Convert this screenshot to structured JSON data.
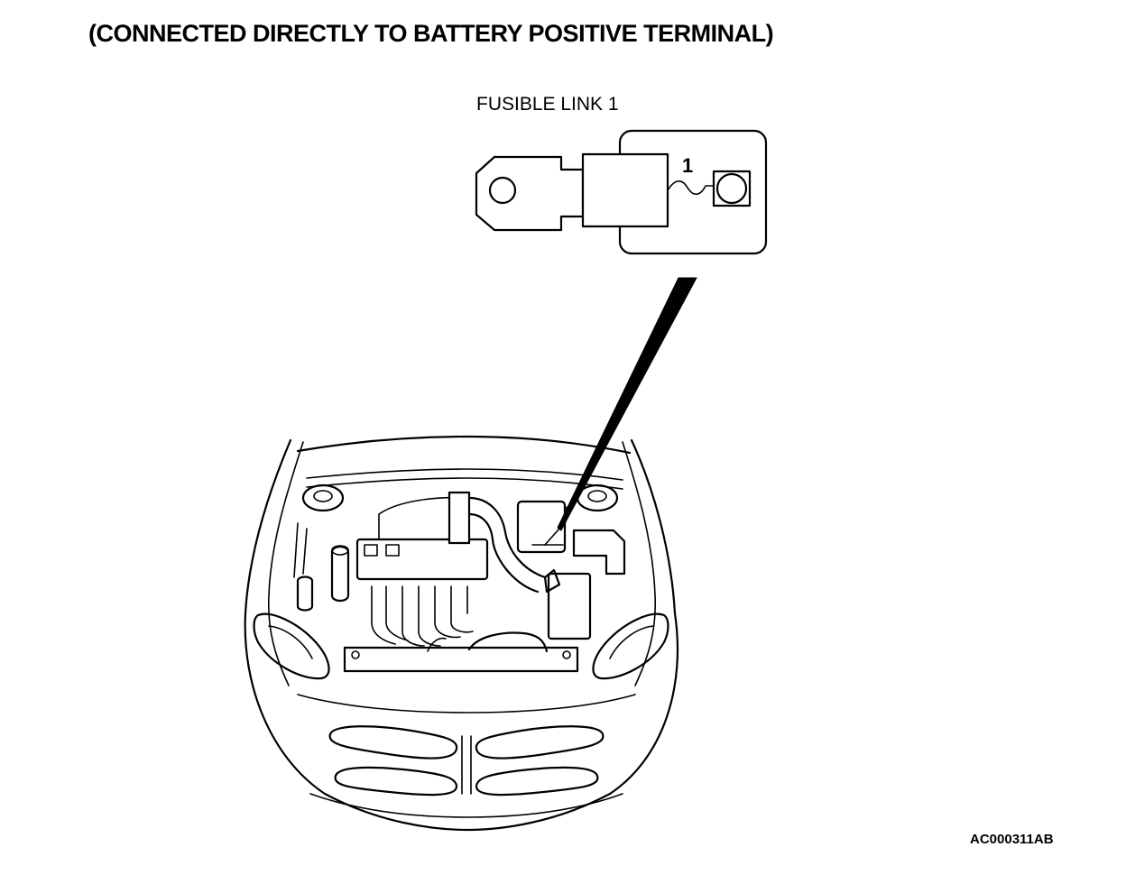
{
  "title": "(CONNECTED DIRECTLY TO BATTERY POSITIVE TERMINAL)",
  "fusible_link_label": "FUSIBLE LINK 1",
  "terminal_number": "1",
  "figure_code": "AC000311AB"
}
